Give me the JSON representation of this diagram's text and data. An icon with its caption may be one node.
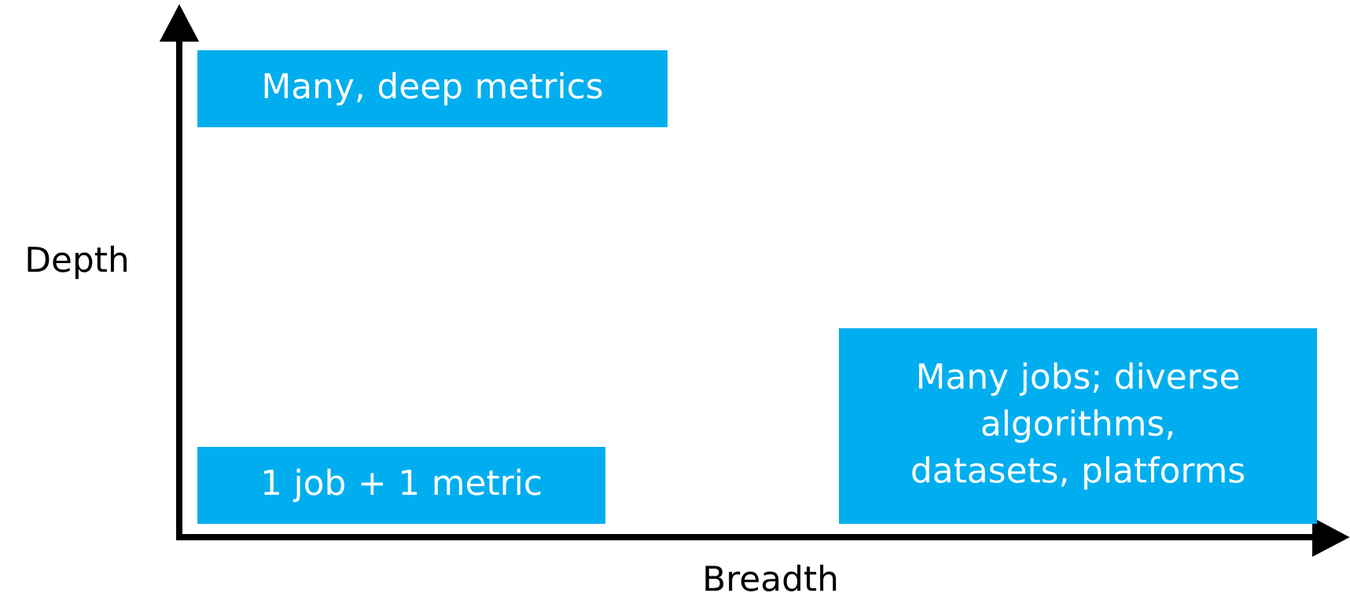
{
  "diagram": {
    "nodes": [
      {
        "text": [
          "Many, deep metrics"
        ]
      },
      {
        "text": [
          "1 job + 1 metric"
        ]
      },
      {
        "text": [
          "Many jobs; diverse algorithms, datasets, platforms"
        ]
      }
    ],
    "labels": [
      "Depth",
      "Breadth"
    ]
  }
}
